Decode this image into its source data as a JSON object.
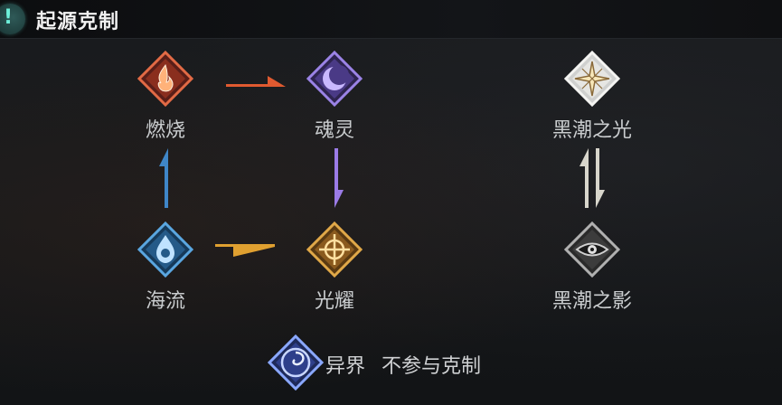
{
  "header": {
    "badge": "!",
    "title": "起源克制"
  },
  "origins": {
    "burn": {
      "label": "燃烧",
      "color": "#e2583a"
    },
    "soul": {
      "label": "魂灵",
      "color": "#8a6fd8"
    },
    "dark_light": {
      "label": "黑潮之光",
      "color": "#e8e6e0"
    },
    "ocean": {
      "label": "海流",
      "color": "#3f86c8"
    },
    "shine": {
      "label": "光耀",
      "color": "#d99a3a"
    },
    "dark_shadow": {
      "label": "黑潮之影",
      "color": "#8a8a8a"
    }
  },
  "exempt": {
    "label": "异界",
    "note": "不参与克制",
    "color": "#4a5fc0"
  }
}
